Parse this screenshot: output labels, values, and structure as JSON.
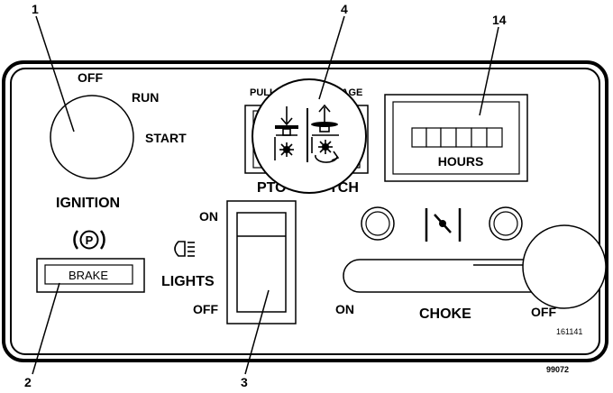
{
  "callouts": {
    "c1": "1",
    "c2": "2",
    "c3": "3",
    "c4": "4",
    "c14": "14"
  },
  "ignition": {
    "off": "OFF",
    "run": "RUN",
    "start": "START",
    "label": "IGNITION"
  },
  "brake": {
    "symbol": "P",
    "label": "BRAKE"
  },
  "lights": {
    "on": "ON",
    "off": "OFF",
    "label": "LIGHTS"
  },
  "pto": {
    "pull": "PULL",
    "engage": "GAGE",
    "label_left": "PTO",
    "label_right": "TCH"
  },
  "hour_meter": {
    "label": "HOURS",
    "digit_count": 6
  },
  "choke": {
    "on": "ON",
    "off": "OFF",
    "label": "CHOKE"
  },
  "codes": {
    "panel": "161141",
    "figure": "99072"
  },
  "icons": [
    "ignition-key-icon",
    "parking-brake-icon",
    "headlight-icon",
    "pto-disengage-icon",
    "pto-engage-icon",
    "throttle-icon"
  ]
}
